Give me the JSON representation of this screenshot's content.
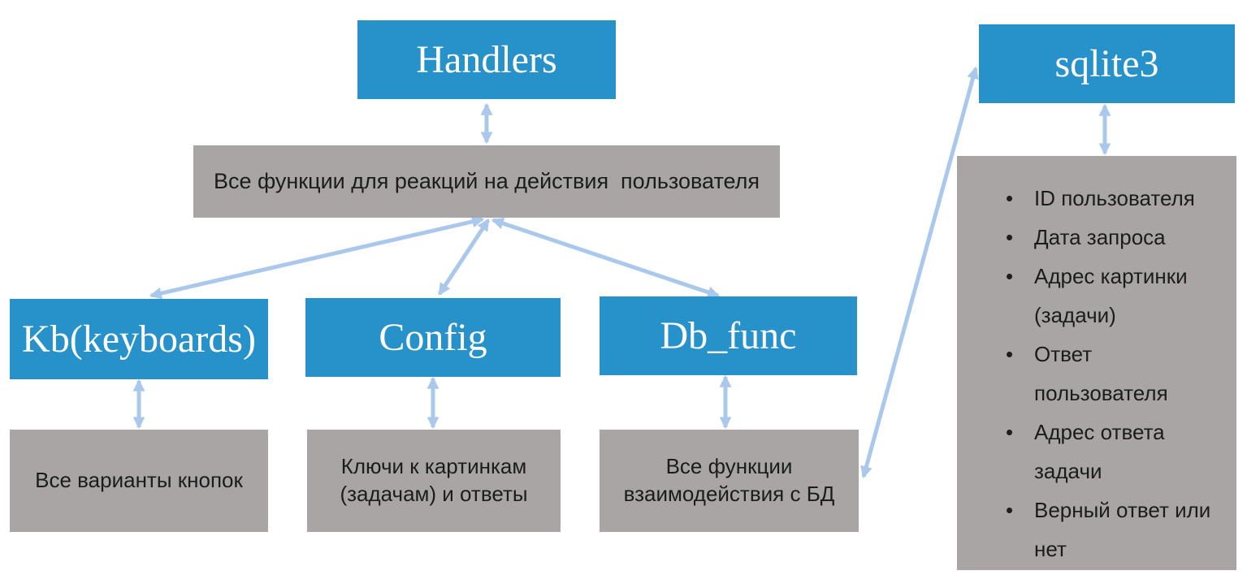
{
  "diagram": {
    "nodes": {
      "handlers": "Handlers",
      "kb": "Kb(keyboards)",
      "config": "Config",
      "db_func": "Db_func",
      "sqlite3": "sqlite3"
    },
    "notes": {
      "handlers": "Все функции для реакций на действия  пользователя",
      "kb": "Все варианты кнопок",
      "config": "Ключи к картинкам (задачам) и ответы",
      "db_func": "Все функции взаимодействия с БД",
      "sqlite3_fields": [
        "ID пользователя",
        "Дата запроса",
        "Адрес картинки (задачи)",
        "Ответ пользователя",
        "Адрес ответа задачи",
        "Верный ответ или нет"
      ]
    },
    "edges": [
      {
        "from": "handlers",
        "to": "handlers-note",
        "type": "bidirectional"
      },
      {
        "from": "handlers-note",
        "to": "kb",
        "type": "bidirectional"
      },
      {
        "from": "handlers-note",
        "to": "config",
        "type": "bidirectional"
      },
      {
        "from": "handlers-note",
        "to": "db_func",
        "type": "bidirectional"
      },
      {
        "from": "kb",
        "to": "kb-note",
        "type": "bidirectional"
      },
      {
        "from": "config",
        "to": "config-note",
        "type": "bidirectional"
      },
      {
        "from": "db_func",
        "to": "db_func-note",
        "type": "bidirectional"
      },
      {
        "from": "db_func-note",
        "to": "sqlite3",
        "type": "bidirectional"
      },
      {
        "from": "sqlite3",
        "to": "sqlite3-note",
        "type": "bidirectional"
      }
    ],
    "colors": {
      "node_fill": "#2792c9",
      "node_text": "#ffffff",
      "note_fill": "#a9a5a4",
      "note_text": "#1c1c1c",
      "arrow": "#a9c8ec",
      "background": "#ffffff"
    }
  }
}
